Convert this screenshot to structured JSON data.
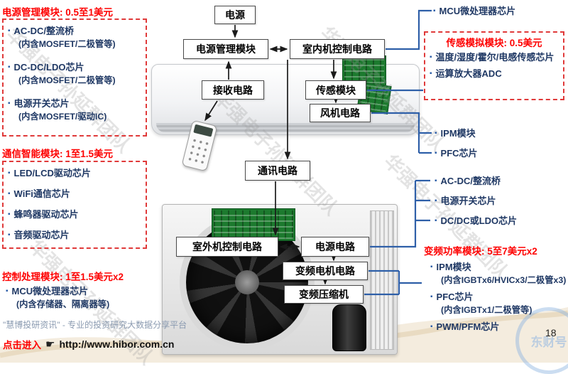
{
  "watermark": "华强电子孙延群团队",
  "ui": {
    "bullet": "▪",
    "cta_icon": "☛"
  },
  "left": {
    "power_module": {
      "title": "电源管理模块: 0.5至1美元",
      "items": [
        {
          "label": "AC-DC/整流桥",
          "sub": "(内含MOSFET/二极管等)"
        },
        {
          "label": "DC-DC/LDO芯片",
          "sub": "(内含MOSFET/二极管等)"
        },
        {
          "label": "电源开关芯片",
          "sub": "(内含MOSFET/驱动IC)"
        }
      ]
    },
    "comm_module": {
      "title": "通信智能模块: 1至1.5美元",
      "items": [
        {
          "label": "LED/LCD驱动芯片"
        },
        {
          "label": "WiFi通信芯片"
        },
        {
          "label": "蜂鸣器驱动芯片"
        },
        {
          "label": "音频驱动芯片"
        }
      ]
    },
    "control_module": {
      "title": "控制处理模块: 1至1.5美元x2",
      "items": [
        {
          "label": "MCU微处理器芯片",
          "sub": "(内含存储器、隔离器等)"
        }
      ]
    }
  },
  "flow": {
    "power": "电源",
    "power_mgmt": "电源管理模块",
    "indoor_ctrl": "室内机控制电路",
    "receiver": "接收电路",
    "sensor": "传感模块",
    "fan": "风机电路",
    "comm": "通讯电路",
    "outdoor_ctrl": "室外机控制电路",
    "power_circuit": "电源电路",
    "inverter_motor": "变频电机电路",
    "inverter_compressor": "变频压缩机"
  },
  "right": {
    "mcu_item": "MCU微处理器芯片",
    "sensor_module": {
      "title": "传感模拟模块: 0.5美元",
      "items": [
        {
          "label": "温度/湿度/霍尔/电感传感芯片"
        },
        {
          "label": "运算放大器ADC"
        }
      ]
    },
    "fan_items": [
      "IPM模块",
      "PFC芯片"
    ],
    "power_items": [
      "AC-DC/整流桥",
      "电源开关芯片",
      "DC/DC或LDO芯片"
    ],
    "inverter_module": {
      "title": "变频功率模块: 5至7美元x2",
      "items": [
        {
          "label": "IPM模块",
          "sub": "(内含IGBTx6/HVICx3/二极管x3)"
        },
        {
          "label": "PFC芯片",
          "sub": "(内含IGBTx1/二极管等)"
        },
        {
          "label": "PWM/PFM芯片"
        }
      ]
    }
  },
  "footer": {
    "brand": "\"慧博投研资讯\" - 专业的投资研究大数据分享平台",
    "cta": "点击进入",
    "url": "http://www.hibor.com.cn",
    "page": "18",
    "corner_logo": "东财号"
  }
}
